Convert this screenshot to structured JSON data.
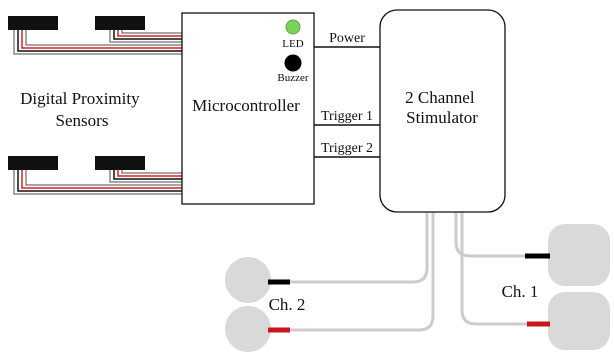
{
  "diagram": {
    "sensors_label": [
      "Digital Proximity",
      "Sensors"
    ],
    "microcontroller": {
      "label": "Microcontroller",
      "led_label": "LED",
      "buzzer_label": "Buzzer"
    },
    "stimulator": {
      "label": [
        "2 Channel",
        "Stimulator"
      ]
    },
    "links": {
      "power": "Power",
      "trigger1": "Trigger 1",
      "trigger2": "Trigger 2"
    },
    "channels": {
      "ch2": "Ch. 2",
      "ch1": "Ch. 1"
    },
    "colors": {
      "line": "#111111",
      "sensor_body": "#111111",
      "wire_red": "#d62020",
      "wire_gray": "#888888",
      "lead_gray": "#cccccc",
      "pad_fill": "#d9d9d9",
      "led_green": "#7bd35a",
      "buzzer": "#000000",
      "electrode_black": "#000000",
      "electrode_red": "#c8161d"
    }
  }
}
